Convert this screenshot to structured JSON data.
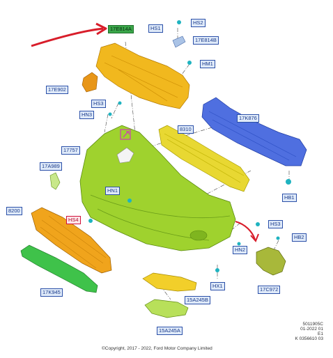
{
  "labels": {
    "l17E814A": "17E814A",
    "lHS1": "HS1",
    "lHS2": "HS2",
    "l17E814B": "17E814B",
    "lHM1": "HM1",
    "l17E902": "17E902",
    "lHS3a": "HS3",
    "lHN3": "HN3",
    "l17K876": "17K876",
    "l8310": "8310",
    "l17757": "17757",
    "l17A989": "17A989",
    "lHB1": "HB1",
    "lHN1": "HN1",
    "l8200": "8200",
    "lHS4": "HS4",
    "lHS3b": "HS3",
    "lHB2": "HB2",
    "lHN2": "HN2",
    "lHX1": "HX1",
    "l17C972": "17C972",
    "l17K945": "17K945",
    "l15A245B": "15A245B",
    "l15A245A": "15A245A"
  },
  "footer": {
    "copyright": "©Copyright, 2017 - 2022, Ford Motor Company Limited",
    "meta": [
      "5011905C",
      "01-2022 01",
      "E1",
      "K 0356610 03"
    ]
  },
  "colors": {
    "bumper": "#9fd22e",
    "grille": "#f0a41c",
    "lower_grille": "#3fc24a",
    "reinforcement": "#4f6fe0",
    "absorber": "#e8d832",
    "upper_bracket": "#f1b81e",
    "arrow": "#d81d2a"
  }
}
